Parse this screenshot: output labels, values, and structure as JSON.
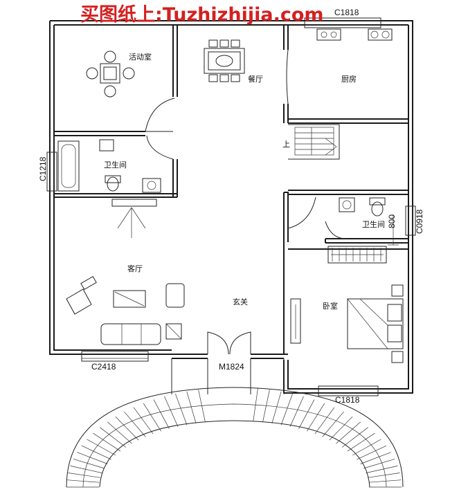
{
  "watermark": "买图纸上:Tuzhizhijia.com",
  "rooms": {
    "activity": "活动室",
    "dining": "餐厅",
    "kitchen": "厨房",
    "bath_left": "卫生间",
    "bath_right": "卫生间",
    "living": "客厅",
    "foyer": "玄关",
    "bedroom": "卧室"
  },
  "stair_up": "上",
  "window_codes": {
    "top_right": "C1818",
    "left": "C1218",
    "right": "C0918",
    "dim_800": "800",
    "bottom_left": "C2418",
    "bottom_right": "C1818",
    "door_main": "M1824"
  },
  "colors": {
    "watermark": "#d42020",
    "lines": "#1a1a1a",
    "background": "#ffffff"
  }
}
